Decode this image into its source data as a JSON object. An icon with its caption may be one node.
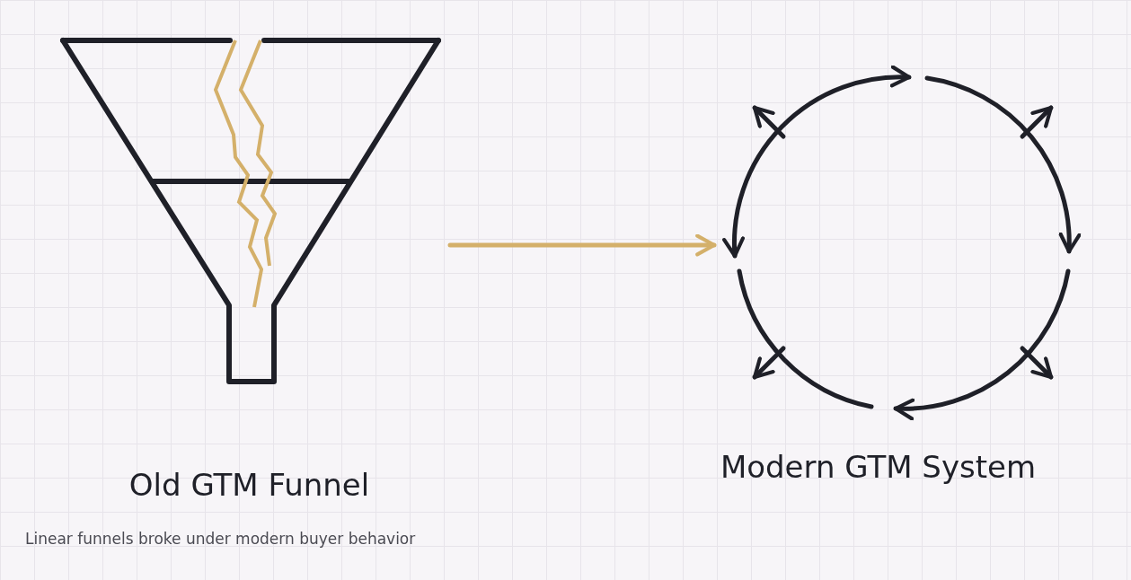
{
  "diagram": {
    "caption": "Linear funnels broke under modern buyer behavior",
    "nodes": [
      {
        "text": [
          "Old GTM Funnel"
        ]
      },
      {
        "text": [
          "Modern GTM System"
        ]
      }
    ],
    "edges": [
      {
        "from": 0,
        "to": 1,
        "arrow": "to",
        "color": "#d4b06a"
      }
    ]
  }
}
